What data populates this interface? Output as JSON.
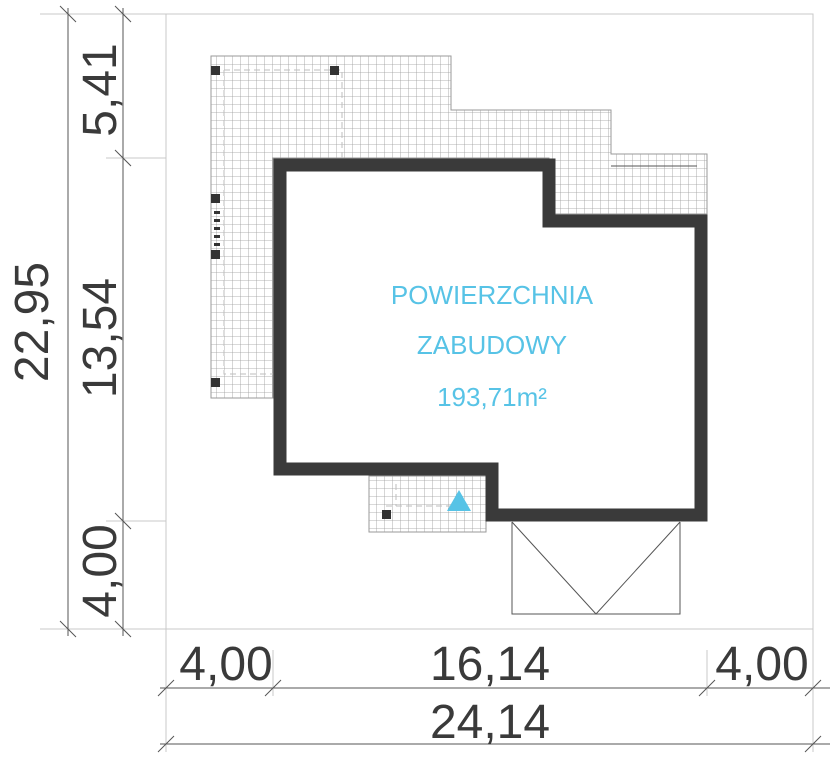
{
  "label": {
    "line1": "POWIERZCHNIA",
    "line2": "ZABUDOWY",
    "area": "193,71m²",
    "color": "#57c3e6"
  },
  "dims": {
    "vertical_total": "22,95",
    "vertical_top": "5,41",
    "vertical_mid": "13,54",
    "vertical_bottom": "4,00",
    "horizontal_left": "4,00",
    "horizontal_mid": "16,14",
    "horizontal_right": "4,00",
    "horizontal_total": "24,14"
  },
  "colors": {
    "wall": "#3a3a3a",
    "grid": "#9a9a9a",
    "dim_text": "#3a3a3a"
  }
}
